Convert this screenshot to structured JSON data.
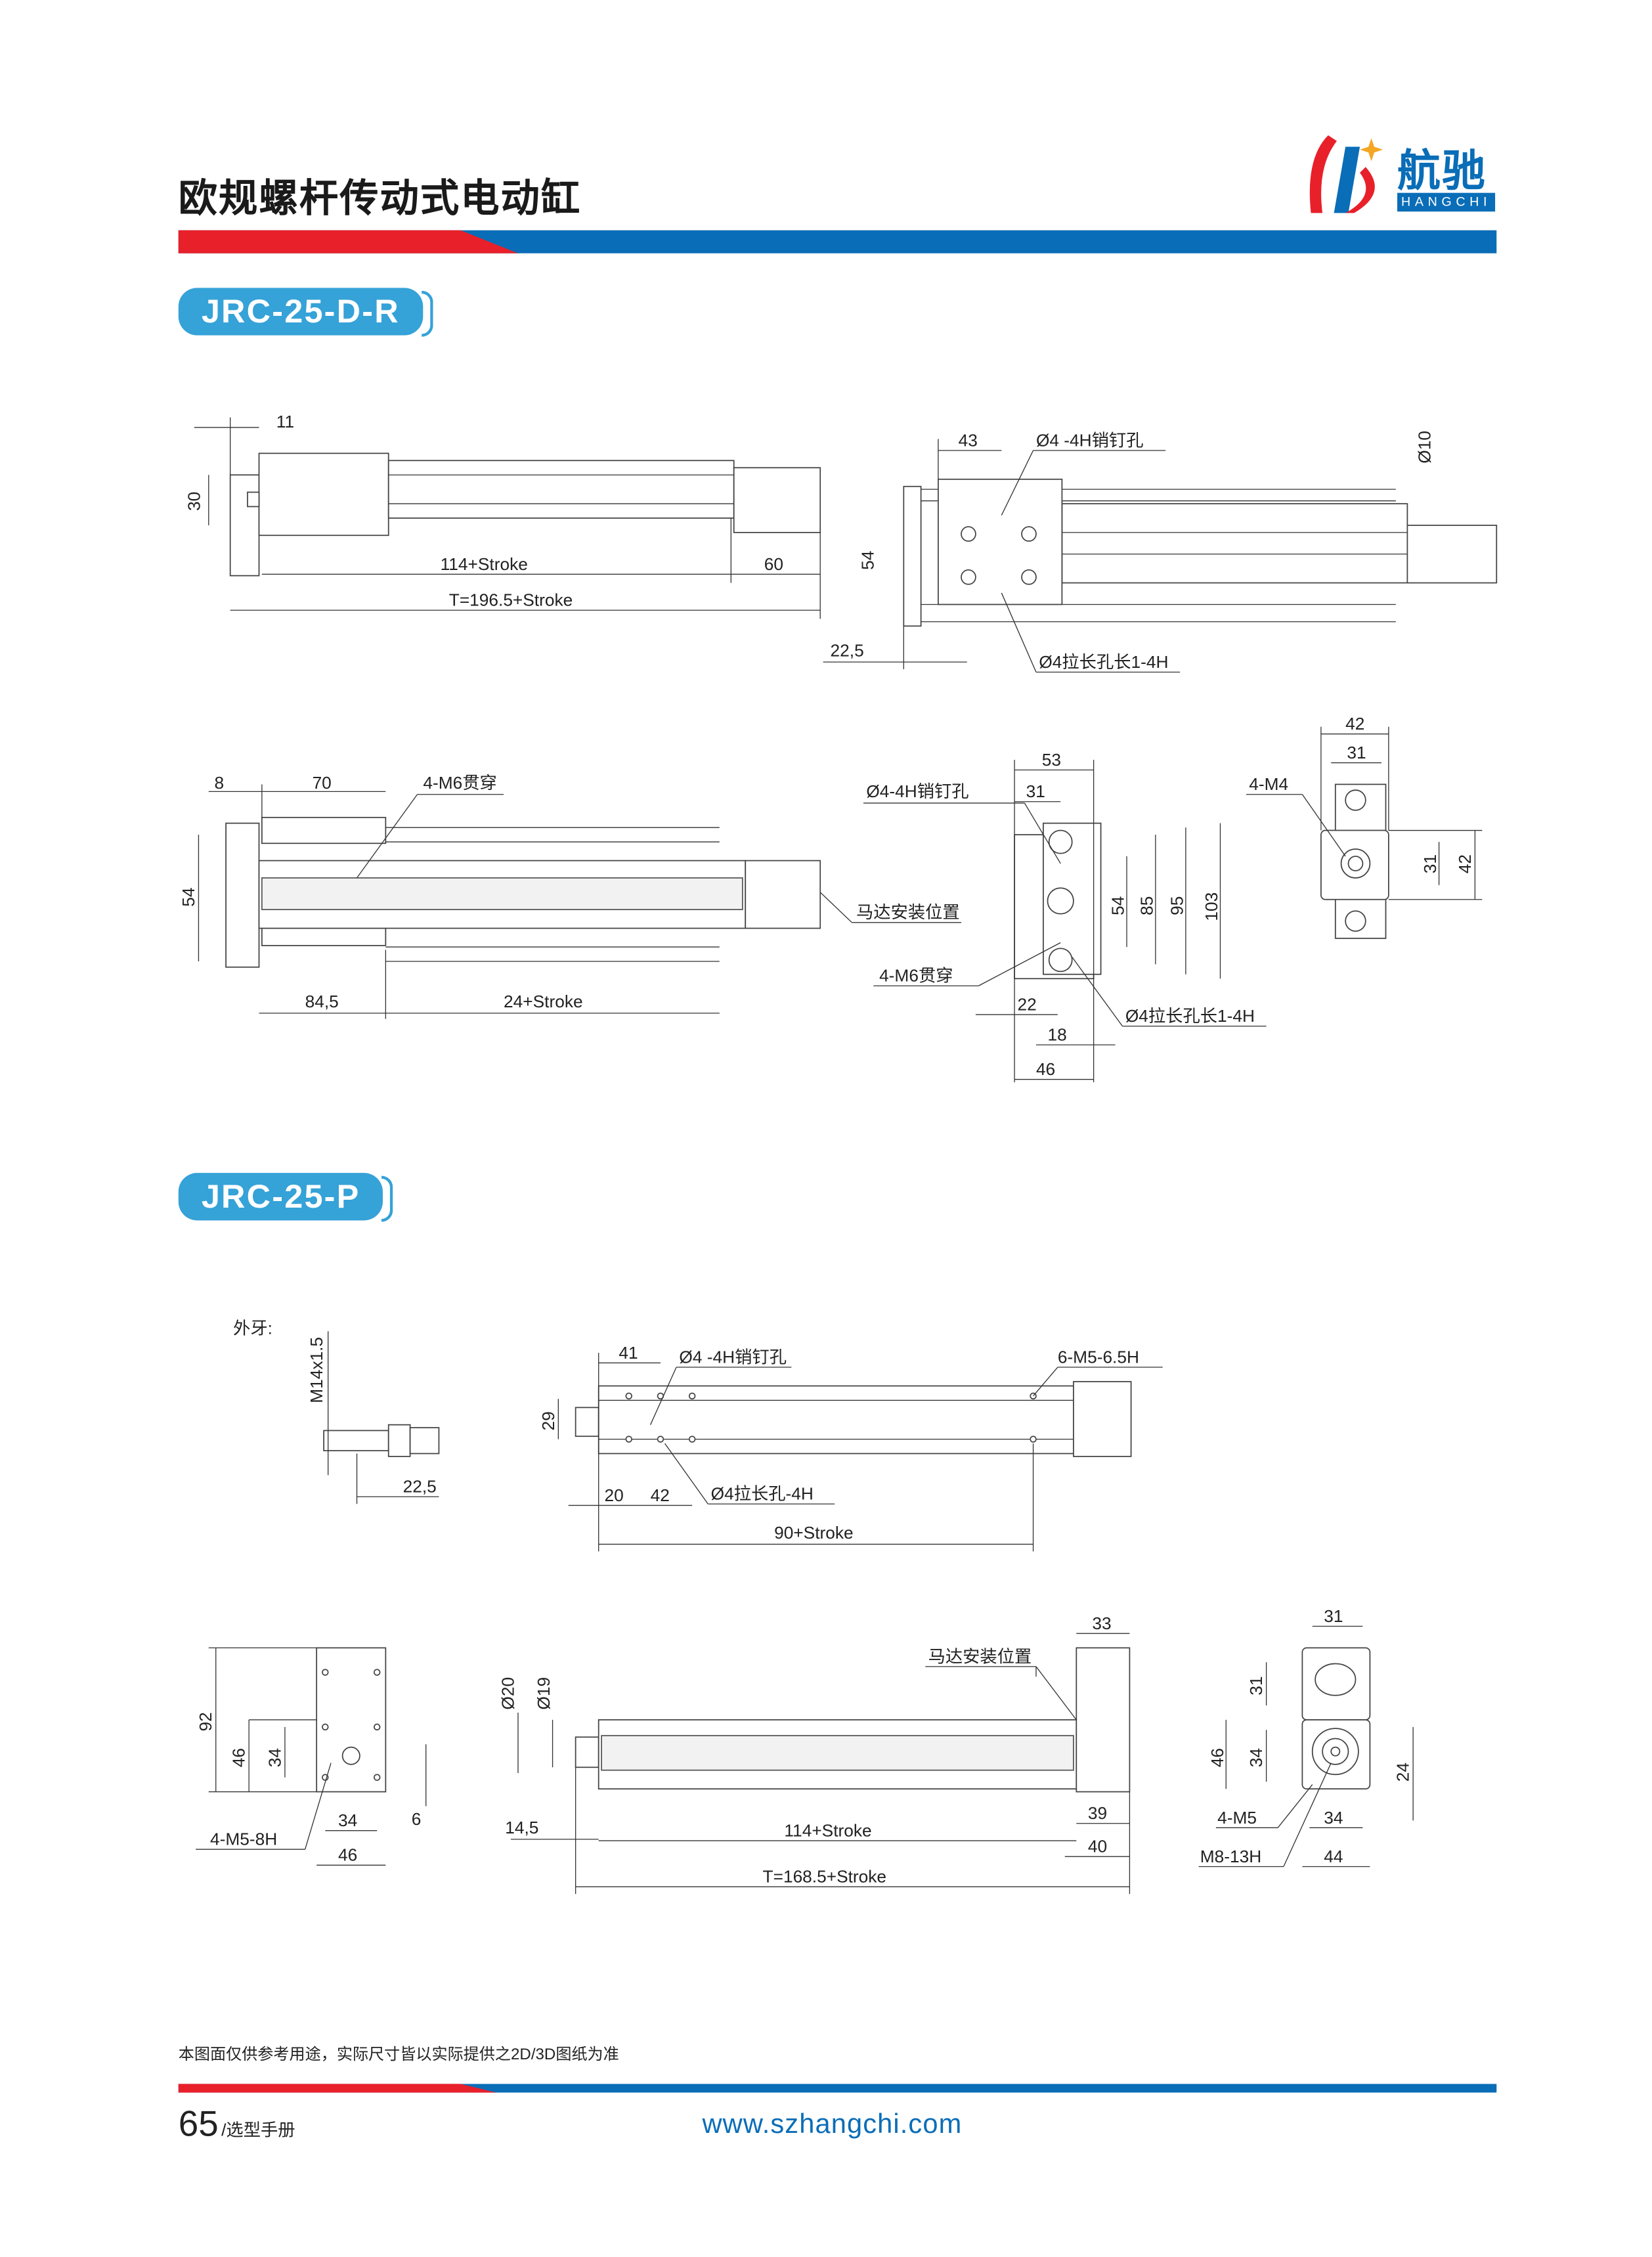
{
  "header": {
    "title": "欧规螺杆传动式电动缸",
    "logo_cn": "航驰",
    "logo_en": "HANGCHI"
  },
  "colors": {
    "brand_blue": "#0a6db7",
    "brand_red": "#e8202a",
    "badge_blue": "#35a2d8"
  },
  "sections": [
    {
      "model": "JRC-25-D-R"
    },
    {
      "model": "JRC-25-P"
    }
  ],
  "d1": [
    "11",
    "30",
    "114+Stroke",
    "60",
    "T=196.5+Stroke"
  ],
  "d2": [
    "43",
    "Ø4 -4H销钉孔",
    "Ø10",
    "54",
    "22,5",
    "Ø4拉长孔长1-4H"
  ],
  "d3": [
    "8",
    "70",
    "4-M6贯穿",
    "54",
    "84,5",
    "24+Stroke",
    "马达安装位置"
  ],
  "d4": [
    "53",
    "Ø4-4H销钉孔",
    "31",
    "54",
    "85",
    "95",
    "103",
    "4-M6贯穿",
    "22",
    "18",
    "46",
    "Ø4拉长孔长1-4H"
  ],
  "d5": [
    "42",
    "31",
    "4-M4",
    "31",
    "42"
  ],
  "p1": [
    "外牙:",
    "M14x1.5",
    "22,5"
  ],
  "p2": [
    "41",
    "Ø4 -4H销钉孔",
    "6-M5-6.5H",
    "29",
    "20",
    "42",
    "Ø4拉长孔-4H",
    "90+Stroke"
  ],
  "p3": [
    "92",
    "46",
    "34",
    "4-M5-8H",
    "34",
    "46",
    "6"
  ],
  "p4": [
    "马达安装位置",
    "33",
    "Ø20",
    "Ø19",
    "14,5",
    "114+Stroke",
    "39",
    "40",
    "T=168.5+Stroke"
  ],
  "p5": [
    "31",
    "31",
    "46",
    "34",
    "24",
    "4-M5",
    "34",
    "M8-13H",
    "44"
  ],
  "footer": {
    "note": "本图面仅供参考用途，实际尺寸皆以实际提供之2D/3D图纸为准",
    "page_number": "65",
    "page_label": "/选型手册",
    "url": "www.szhangchi.com"
  }
}
